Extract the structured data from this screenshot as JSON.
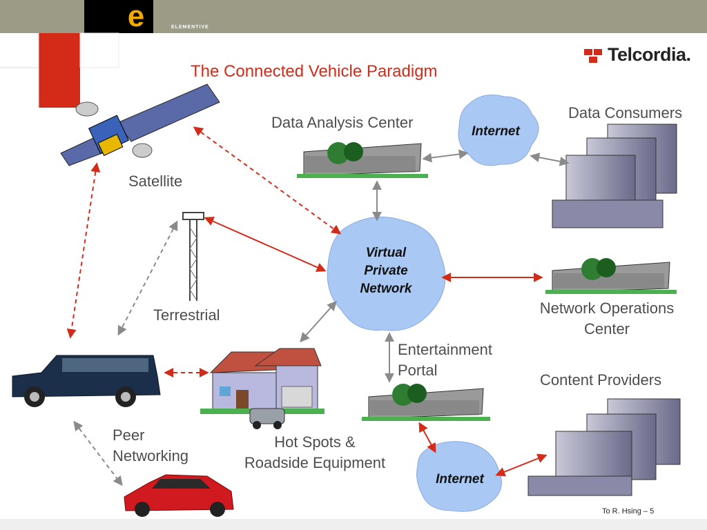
{
  "header": {
    "brand_text": "ELEMENTIVE",
    "logo_letter": "e",
    "company": "Telcordia."
  },
  "title": "The Connected Vehicle Paradigm",
  "nodes": {
    "satellite": "Satellite",
    "terrestrial": "Terrestrial",
    "data_analysis": "Data Analysis Center",
    "internet_top": "Internet",
    "data_consumers": "Data Consumers",
    "vpn_line1": "Virtual",
    "vpn_line2": "Private",
    "vpn_line3": "Network",
    "noc_line1": "Network Operations",
    "noc_line2": "Center",
    "entertainment_line1": "Entertainment",
    "entertainment_line2": "Portal",
    "content_providers": "Content Providers",
    "hotspots_line1": "Hot Spots &",
    "hotspots_line2": "Roadside Equipment",
    "peer_line1": "Peer",
    "peer_line2": "Networking",
    "internet_bottom": "Internet"
  },
  "footer": "To R. Hsing – 5",
  "colors": {
    "accent": "#d42a18",
    "cloud": "#a9c8f4",
    "arrow_gray": "#8a8a8a",
    "top_bar": "#9c9c86"
  }
}
